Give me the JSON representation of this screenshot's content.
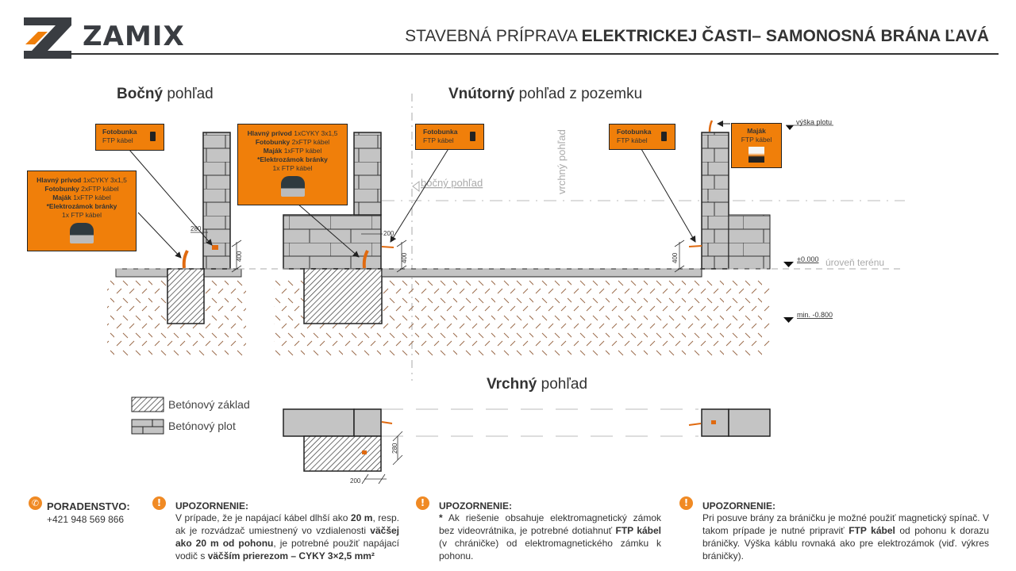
{
  "header": {
    "brand": "ZAMIX",
    "title_prefix": "STAVEBNÁ PRÍPRAVA ",
    "title_bold": "ELEKTRICKEJ ČASTI– SAMONOSNÁ BRÁNA ĽAVÁ"
  },
  "views": {
    "side": {
      "bold": "Bočný",
      "rest": " pohľad"
    },
    "inner": {
      "bold": "Vnútorný",
      "rest": " pohľad z pozemku"
    },
    "top": {
      "bold": "Vrchný",
      "rest": " pohľad"
    }
  },
  "callouts": {
    "main_supply": {
      "line1_bold": "Hlavný prívod",
      "line1_rest": " 1xCYKY 3x1,5",
      "line2_bold": "Fotobunky",
      "line2_rest": " 2xFTP kábel",
      "line3_bold": "Maják",
      "line3_rest": " 1xFTP  kábel",
      "line4_bold": "*Elektrozámok bránky",
      "line5": "1x FTP kábel"
    },
    "photocell": {
      "title": "Fotobunka",
      "sub": "FTP kábel"
    },
    "beacon": {
      "title": "Maják",
      "sub": "FTP kábel"
    }
  },
  "annotations": {
    "side_view_label": "bočný pohľad",
    "top_view_label": "vrchný pohľad",
    "fence_height": "výška plotu",
    "ground_level_value": "±0.000",
    "ground_level_label": "úroveň terénu",
    "min_depth": "min. -0.800",
    "dim_200": "200",
    "dim_400": "400",
    "dim_280": "280"
  },
  "legend": {
    "concrete_base": "Betónový základ",
    "concrete_fence": "Betónový plot"
  },
  "footer": {
    "contact": {
      "title": "PORADENSTVO:",
      "phone": "+421 948 569 866"
    },
    "note1": {
      "title": "UPOZORNENIE:",
      "t1": "V prípade, že je napájací kábel dlhší ako ",
      "b1": "20 m",
      "t2": ", resp. ak je rozvádzač umiestnený vo vzdialenosti ",
      "b2": "väčšej ako 20 m od pohonu",
      "t3": ", je potrebné použiť napájací vodič s ",
      "b3": "väčším prierezom – CYKY 3×2,5 mm²"
    },
    "note2": {
      "title": "UPOZORNENIE:",
      "b0": "*",
      "t1": " Ak riešenie obsahuje elektromagnetický zámok bez videovrátnika, je potrebné dotiahnuť ",
      "b1": "FTP kábel",
      "t2": " (v chráničke) od elektromagnetického zámku k pohonu."
    },
    "note3": {
      "title": "UPOZORNENIE:",
      "t1": "Pri posuve brány za bráničku je možné použiť magnetický spínač. V takom prípade je nutné pripraviť ",
      "b1": "FTP kábel",
      "t2": " od pohonu k dorazu bráničky. Výška káblu rovnaká ako pre elektrozámok (viď. výkres bráničky)."
    }
  },
  "colors": {
    "accent": "#f07f0a",
    "dark": "#3a3d42",
    "brick": "#c4c4c4"
  }
}
